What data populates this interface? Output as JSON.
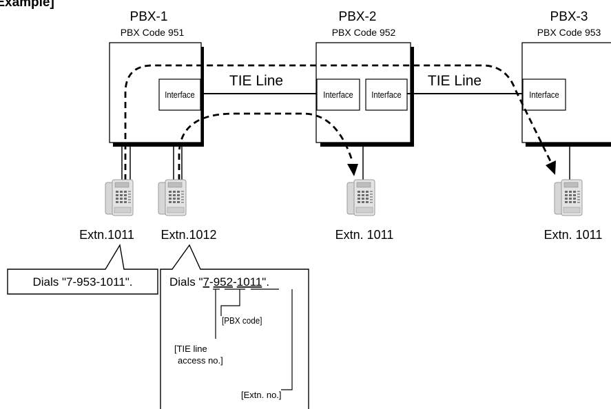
{
  "heading": "[Example]",
  "pbx": [
    {
      "name": "PBX-1",
      "code": "PBX Code 951"
    },
    {
      "name": "PBX-2",
      "code": "PBX Code 952"
    },
    {
      "name": "PBX-3",
      "code": "PBX Code 953"
    }
  ],
  "interface_label": "Interface",
  "tie_line_label": "TIE Line",
  "extensions": [
    "Extn.1011",
    "Extn.1012",
    "Extn. 1011",
    "Extn. 1011"
  ],
  "callout_1": "Dials \"7-953-1011\".",
  "callout_2": {
    "prefix": "Dials \"",
    "d1": "7",
    "sep1": "-",
    "d2": "952",
    "sep2": "-",
    "d3": "1011",
    "suffix": "\"."
  },
  "annotations": {
    "pbx_code": "[PBX code]",
    "tie_access_line1": "[TIE line",
    "tie_access_line2": "access no.]",
    "extn_no": "[Extn. no.]"
  }
}
